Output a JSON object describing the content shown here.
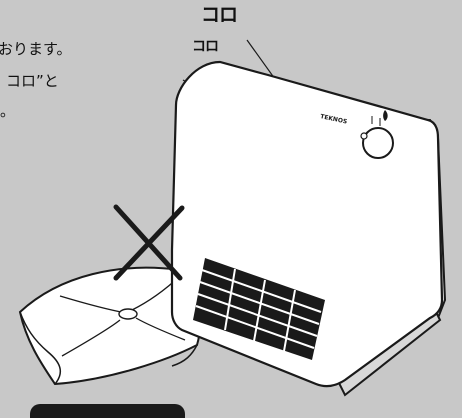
{
  "text": {
    "line1": "おります。",
    "line2": "コロ”と",
    "line3": "。",
    "label_top": "コロ",
    "label_second": "コロ"
  },
  "heater": {
    "brand": "TEKNOS"
  },
  "colors": {
    "background": "#c8c8c8",
    "outline": "#1a1a1a",
    "body": "#ffffff"
  }
}
